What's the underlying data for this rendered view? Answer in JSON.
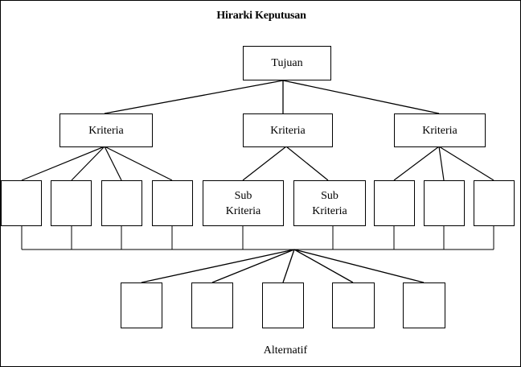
{
  "title": "Hirarki Keputusan",
  "goal": {
    "label": "Tujuan"
  },
  "criteria": [
    {
      "label": "Kriteria"
    },
    {
      "label": "Kriteria"
    },
    {
      "label": "Kriteria"
    }
  ],
  "subcriteria": [
    {
      "label": ""
    },
    {
      "label": ""
    },
    {
      "label": ""
    },
    {
      "label": ""
    },
    {
      "label": "Sub\nKriteria"
    },
    {
      "label": "Sub\nKriteria"
    },
    {
      "label": ""
    },
    {
      "label": ""
    },
    {
      "label": ""
    }
  ],
  "alternatives": [
    {
      "label": ""
    },
    {
      "label": ""
    },
    {
      "label": ""
    },
    {
      "label": ""
    },
    {
      "label": ""
    }
  ],
  "alternatives_caption": "Alternatif"
}
